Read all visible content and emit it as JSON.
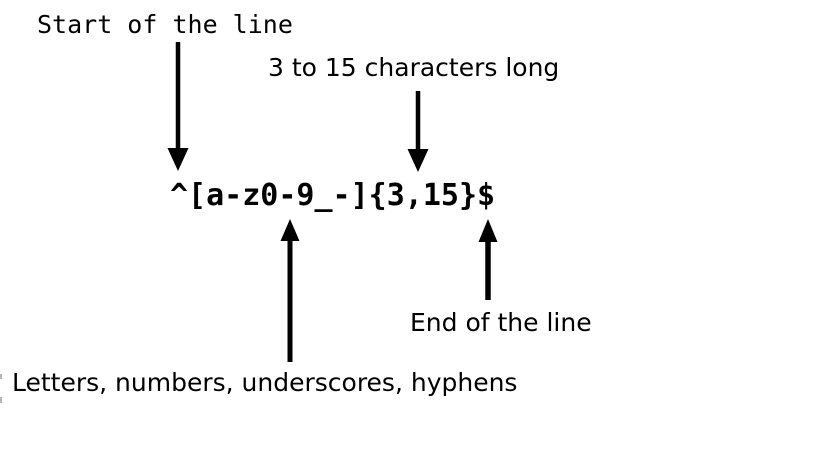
{
  "canvas": {
    "background": "#ffffff",
    "ink": "#000000"
  },
  "regex": {
    "pattern": "^[a-z0-9_-]{3,15}$"
  },
  "annotations": {
    "start": {
      "label": "Start of the line",
      "points_to": "^"
    },
    "length": {
      "label": "3 to 15 characters long",
      "points_to": "{3,15}"
    },
    "charset": {
      "label": "Letters, numbers, underscores, hyphens",
      "points_to": "[a-z0-9_-]"
    },
    "end": {
      "label": "End of the line",
      "points_to": "$"
    }
  }
}
